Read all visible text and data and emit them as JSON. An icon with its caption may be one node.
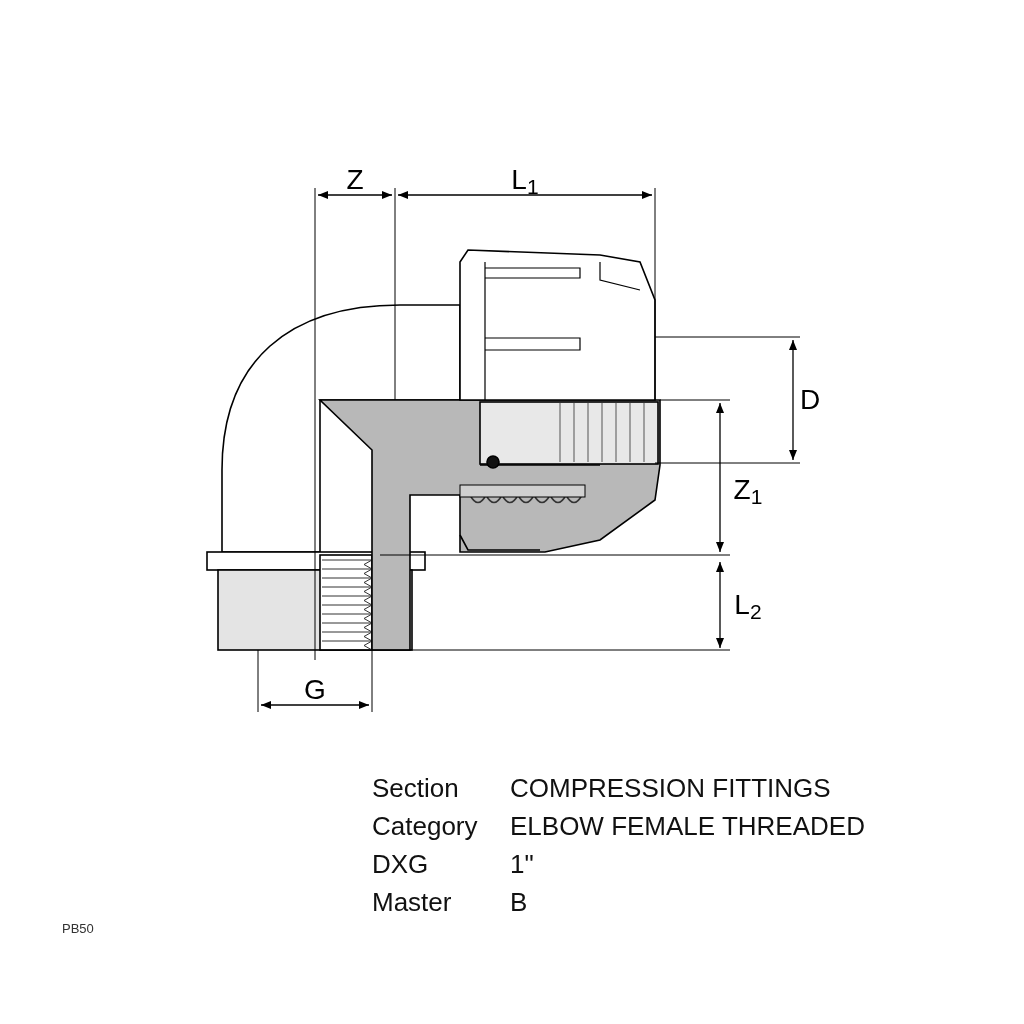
{
  "diagram": {
    "labels": [
      "Z",
      "L$_{1}$",
      "D",
      "Z$_{1}$",
      "L$_{2}$",
      "G",
      "Section",
      "COMPRESSION FITTINGS",
      "Category",
      "ELBOW FEMALE THREADED",
      "DXG",
      "1\"",
      "Master",
      "B",
      "PB50"
    ]
  }
}
